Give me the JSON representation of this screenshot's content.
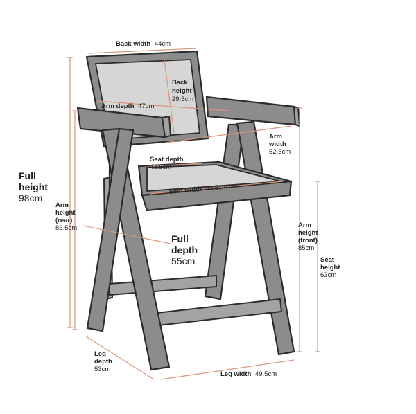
{
  "labels": {
    "back_width": {
      "name": "Back width",
      "value": "44cm"
    },
    "back_height": {
      "name_line1": "Back",
      "name_line2": "height",
      "value": "29.5cm"
    },
    "arm_depth": {
      "name": "Arm depth",
      "value": "47cm"
    },
    "arm_width": {
      "name_line1": "Arm",
      "name_line2": "width",
      "value": "52.5cm"
    },
    "seat_depth": {
      "name": "Seat depth",
      "value": "43.5cm"
    },
    "seat_width": {
      "name": "Seat width",
      "value": "42.5cm"
    },
    "full_height": {
      "name_line1": "Full",
      "name_line2": "height",
      "value": "98cm"
    },
    "arm_height_rear": {
      "name_line1": "Arm",
      "name_line2": "height",
      "name_line3": "(rear)",
      "value": "83.5cm"
    },
    "full_depth": {
      "name_line1": "Full",
      "name_line2": "depth",
      "value": "55cm"
    },
    "arm_height_front": {
      "name_line1": "Arm",
      "name_line2": "height",
      "name_line3": "(front)",
      "value": "85cm"
    },
    "seat_height": {
      "name_line1": "Seat",
      "name_line2": "height",
      "value": "63cm"
    },
    "leg_depth": {
      "name_line1": "Leg",
      "name_line2": "depth",
      "value": "53cm"
    },
    "leg_width": {
      "name": "Leg width",
      "value": "49.5cm"
    }
  },
  "colors": {
    "wood": "#8c8c8c",
    "cane": "#d6d6d6",
    "dimension_line": "#d9967a",
    "text": "#222222"
  }
}
